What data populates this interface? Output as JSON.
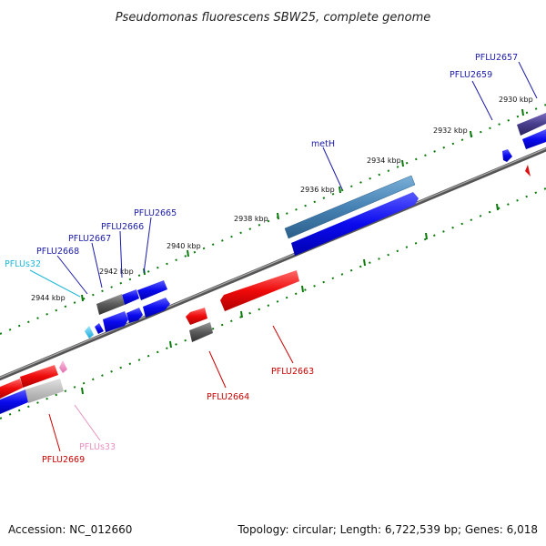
{
  "title": "Pseudomonas fluorescens SBW25, complete genome",
  "footer": {
    "accession": "Accession: NC_012660",
    "summary": "Topology: circular; Length: 6,722,539 bp; Genes: 6,018"
  },
  "scale_labels": [
    "2930 kbp",
    "2932 kbp",
    "2934 kbp",
    "2936 kbp",
    "2938 kbp",
    "2940 kbp",
    "2942 kbp",
    "2944 kbp"
  ],
  "genes": [
    {
      "name": "PFLU2657",
      "color": "#1a1aa8",
      "strand": "forward"
    },
    {
      "name": "PFLU2659",
      "color": "#1a1aa8",
      "strand": "forward"
    },
    {
      "name": "metH",
      "color": "#1a1aa8",
      "strand": "forward"
    },
    {
      "name": "PFLU2665",
      "color": "#1a1aa8",
      "strand": "forward"
    },
    {
      "name": "PFLU2666",
      "color": "#1a1aa8",
      "strand": "forward"
    },
    {
      "name": "PFLU2667",
      "color": "#1a1aa8",
      "strand": "forward"
    },
    {
      "name": "PFLU2668",
      "color": "#1a1aa8",
      "strand": "forward"
    },
    {
      "name": "PFLUs32",
      "color": "#22b8d8",
      "strand": "forward"
    },
    {
      "name": "PFLU2663",
      "color": "#cc0000",
      "strand": "reverse"
    },
    {
      "name": "PFLU2664",
      "color": "#cc0000",
      "strand": "reverse"
    },
    {
      "name": "PFLUs33",
      "color": "#e890c0",
      "strand": "reverse"
    },
    {
      "name": "PFLU2669",
      "color": "#cc0000",
      "strand": "reverse"
    }
  ]
}
